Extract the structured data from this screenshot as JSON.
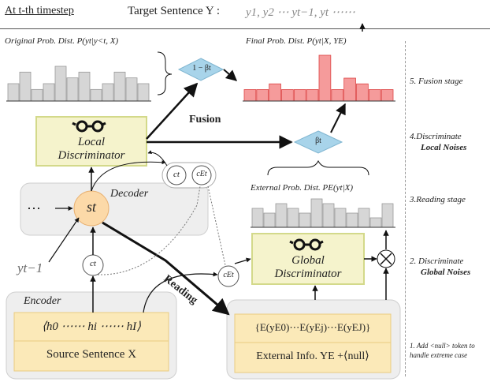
{
  "header": {
    "timestep_label": "At t-th timestep",
    "target_label": "Target Sentence Y :",
    "target_seq": "y1, y2 ⋯ yt−1, yt ⋯⋯"
  },
  "dists": {
    "original": "Original Prob. Dist.   P(yt|y<t, X)",
    "final": "Final Prob. Dist.   P(yt|X, YE)",
    "external": "External Prob. Dist.   PE(yt|X)"
  },
  "gates": {
    "one_minus_beta": "1 − βt",
    "beta": "βt"
  },
  "labels": {
    "fusion": "Fusion",
    "reading": "Reading",
    "decoder": "Decoder",
    "encoder": "Encoder"
  },
  "local_disc": {
    "line1": "Local",
    "line2": "Discriminator"
  },
  "global_disc": {
    "line1": "Global",
    "line2": "Discriminator"
  },
  "nodes": {
    "st": "st",
    "ct": "ct",
    "cEt": "cEt",
    "yt_minus1": "yt−1",
    "dots": "⋯"
  },
  "encoder": {
    "states": "⟨h0 ⋯⋯  hi  ⋯⋯  hI⟩",
    "source": "Source Sentence  X"
  },
  "external": {
    "states": "{E(yE0)⋯E(yEj)⋯E(yEJ)}",
    "info": "External Info. YE +⟨null⟩"
  },
  "stages": [
    {
      "num": "5.",
      "text": "Fusion stage",
      "bold": ""
    },
    {
      "num": "4.",
      "text": "Discriminate",
      "bold": "Local Noises"
    },
    {
      "num": "3.",
      "text": "Reading stage",
      "bold": ""
    },
    {
      "num": "2.",
      "text": "Discriminate",
      "bold": "Global Noises"
    },
    {
      "num": "1.",
      "text": "Add <null> token to handle extreme case",
      "bold": ""
    }
  ],
  "colors": {
    "disc_fill": "#f5f3cc",
    "disc_border": "#d3d98a",
    "diamond": "#a8d4ea",
    "final_bars": "#f59b9b",
    "gray_bars": "#d6d6d6",
    "st_node": "#fcd9a8",
    "panel": "#eeeeee"
  },
  "chart_data": [
    {
      "type": "bar",
      "title": "Original Prob. Dist.",
      "values": [
        3,
        5,
        2,
        3,
        6,
        4,
        5,
        2,
        3,
        5,
        4,
        3
      ]
    },
    {
      "type": "bar",
      "title": "Final Prob. Dist.",
      "values": [
        2,
        2,
        3,
        2,
        2,
        2,
        8,
        2,
        4,
        3,
        2,
        2
      ]
    },
    {
      "type": "bar",
      "title": "External Prob. Dist.",
      "values": [
        4,
        3,
        5,
        4,
        3,
        6,
        5,
        4,
        3,
        4,
        2,
        5
      ]
    }
  ]
}
